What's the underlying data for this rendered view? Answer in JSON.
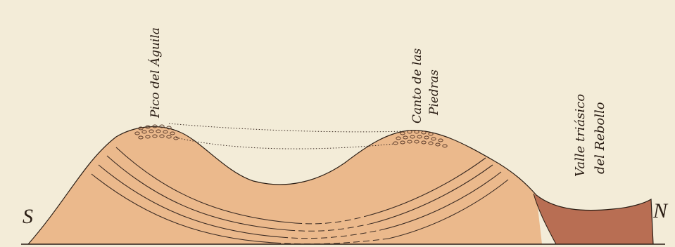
{
  "diagram": {
    "labels": {
      "pico_line1": "Pico del Águila",
      "canto_line1": "Canto de las",
      "canto_line2": "Piedras",
      "valle_line1": "Valle triásico",
      "valle_line2": "del Rebollo",
      "south": "S",
      "north": "N"
    },
    "colors": {
      "paper": "#f3ecd8",
      "massif": "#ebb98c",
      "triassic_valley": "#b86e53",
      "strata_lines": "#3a2a22",
      "conglomerate": "#5a3a2a"
    }
  }
}
